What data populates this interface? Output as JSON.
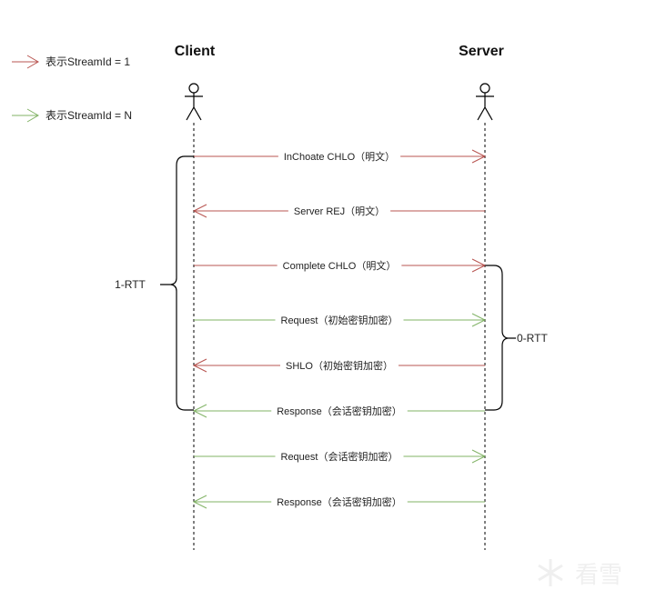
{
  "colors": {
    "stream1": "#b85450",
    "streamN": "#82b366",
    "lifeline": "#000000",
    "bracket": "#000000"
  },
  "legend": [
    {
      "label": "表示StreamId = 1",
      "stream": "stream1"
    },
    {
      "label": "表示StreamId = N",
      "stream": "streamN"
    }
  ],
  "actors": {
    "client": {
      "label": "Client"
    },
    "server": {
      "label": "Server"
    }
  },
  "messages": [
    {
      "label": "InChoate CHLO（明文）",
      "direction": "client-to-server",
      "stream": "stream1"
    },
    {
      "label": "Server REJ（明文）",
      "direction": "server-to-client",
      "stream": "stream1"
    },
    {
      "label": "Complete CHLO（明文）",
      "direction": "client-to-server",
      "stream": "stream1"
    },
    {
      "label": "Request（初始密钥加密）",
      "direction": "client-to-server",
      "stream": "streamN"
    },
    {
      "label": "SHLO（初始密钥加密）",
      "direction": "server-to-client",
      "stream": "stream1"
    },
    {
      "label": "Response（会话密钥加密）",
      "direction": "server-to-client",
      "stream": "streamN"
    },
    {
      "label": "Request（会话密钥加密）",
      "direction": "client-to-server",
      "stream": "streamN"
    },
    {
      "label": "Response（会话密钥加密）",
      "direction": "server-to-client",
      "stream": "streamN"
    }
  ],
  "brackets": {
    "one_rtt": {
      "label": "1-RTT",
      "from_message": 0,
      "to_message": 5
    },
    "zero_rtt": {
      "label": "0-RTT",
      "from_message": 2,
      "to_message": 5
    }
  },
  "watermark": {
    "label": "看雪",
    "icon": "snowflake-icon"
  }
}
